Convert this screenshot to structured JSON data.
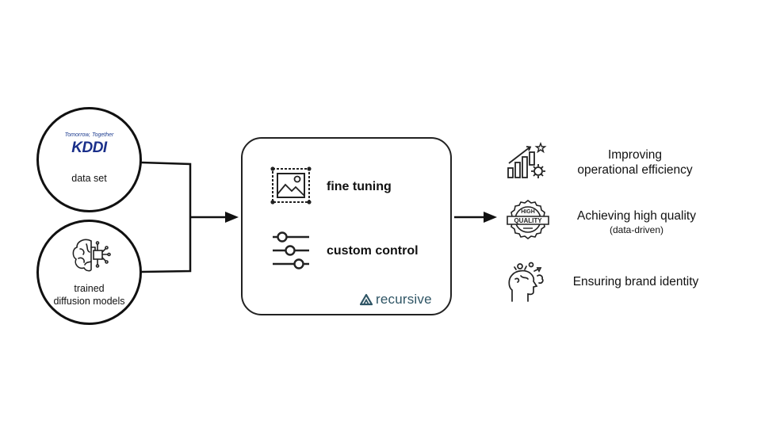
{
  "inputs": {
    "dataset": {
      "logo_tagline": "Tomorrow, Together",
      "logo_text": "KDDI",
      "label": "data set"
    },
    "models": {
      "label_line1": "trained",
      "label_line2": "diffusion models"
    }
  },
  "process": {
    "features": [
      {
        "icon": "image-frame-icon",
        "label": "fine tuning"
      },
      {
        "icon": "sliders-icon",
        "label": "custom control"
      }
    ],
    "brand": {
      "icon": "recursive-logo-icon",
      "label": "recursive",
      "color": "#2f5565"
    }
  },
  "outcomes": [
    {
      "icon": "growth-chart-gear-icon",
      "line1": "Improving",
      "line2": "operational efficiency",
      "sub": ""
    },
    {
      "icon": "high-quality-badge-icon",
      "line1": "Achieving high quality",
      "line2": "",
      "sub": "(data-driven)"
    },
    {
      "icon": "head-ideas-icon",
      "line1": "Ensuring brand identity",
      "line2": "",
      "sub": ""
    }
  ],
  "badge_text": {
    "top": "HIGH",
    "bottom": "QUALITY"
  }
}
